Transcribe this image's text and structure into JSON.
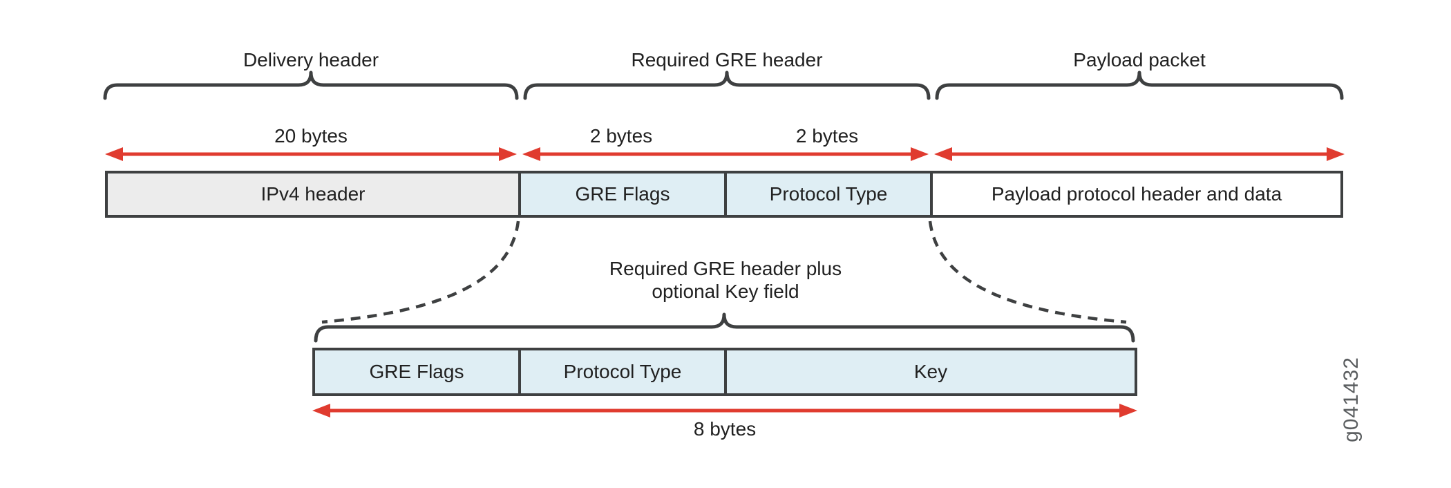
{
  "figure": {
    "id": "g041432",
    "sections": {
      "delivery": "Delivery header",
      "gre": "Required GRE header",
      "payload": "Payload packet"
    },
    "sizes": {
      "ipv4": "20 bytes",
      "gre_flags": "2 bytes",
      "protocol_type": "2 bytes",
      "expanded": "8 bytes"
    },
    "fields": {
      "ipv4": "IPv4 header",
      "gre_flags": "GRE Flags",
      "protocol_type": "Protocol Type",
      "payload": "Payload protocol header and data"
    },
    "expanded": {
      "caption_line1": "Required GRE header plus",
      "caption_line2": "optional Key field",
      "gre_flags": "GRE Flags",
      "protocol_type": "Protocol Type",
      "key": "Key"
    },
    "colors": {
      "accent_red": "#e03b2f",
      "field_blue": "#dfeef4",
      "field_gray": "#ececec",
      "stroke_dark": "#3e4041"
    }
  }
}
